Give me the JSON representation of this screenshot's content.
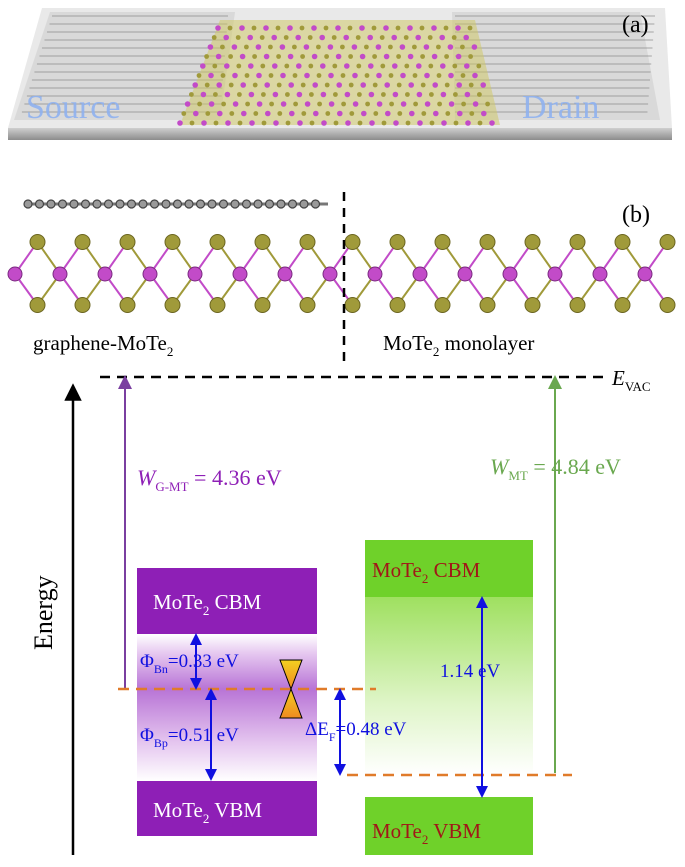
{
  "panel_a": {
    "label": "(a)",
    "source_label": "Source",
    "drain_label": "Drain"
  },
  "panel_b": {
    "label": "(b)",
    "region_left": {
      "main": "graphene-MoTe",
      "sub": "2"
    },
    "region_right": {
      "main": "MoTe",
      "sub": "2",
      "tail": " monolayer"
    },
    "vacuum": {
      "main": "E",
      "sub": "VAC"
    },
    "energy_axis": "Energy",
    "work_function_left": {
      "main": "W",
      "sub": "G-MT",
      "value": " = 4.36 eV"
    },
    "work_function_right": {
      "main": "W",
      "sub": "MT",
      "value": " = 4.84 eV"
    },
    "left_cbm": {
      "pre": "MoTe",
      "sub": "2",
      "post": " CBM"
    },
    "left_vbm": {
      "pre": "MoTe",
      "sub": "2",
      "post": " VBM"
    },
    "right_cbm": {
      "pre": "MoTe",
      "sub": "2",
      "post": " CBM"
    },
    "right_vbm": {
      "pre": "MoTe",
      "sub": "2",
      "post": " VBM"
    },
    "phi_bn": {
      "main": "Φ",
      "sub": "Bn",
      "value": "=0.33 eV"
    },
    "phi_bp": {
      "main": "Φ",
      "sub": "Bp",
      "value": "=0.51 eV"
    },
    "delta_ef": {
      "main": "ΔE",
      "sub": "F",
      "value": "=0.48 eV"
    },
    "gap": "1.14 eV"
  },
  "colors": {
    "purple": "#8e1fb6",
    "purple_arrow": "#7a3fa0",
    "green": "#6fd12a",
    "green_arrow": "#6aa84f",
    "blue_arrow": "#1010e0",
    "orange_dash": "#e07b2a",
    "mo_atom": "#c24bc8",
    "te_atom": "#a09a3a",
    "dark_red_text": "#a01818"
  }
}
